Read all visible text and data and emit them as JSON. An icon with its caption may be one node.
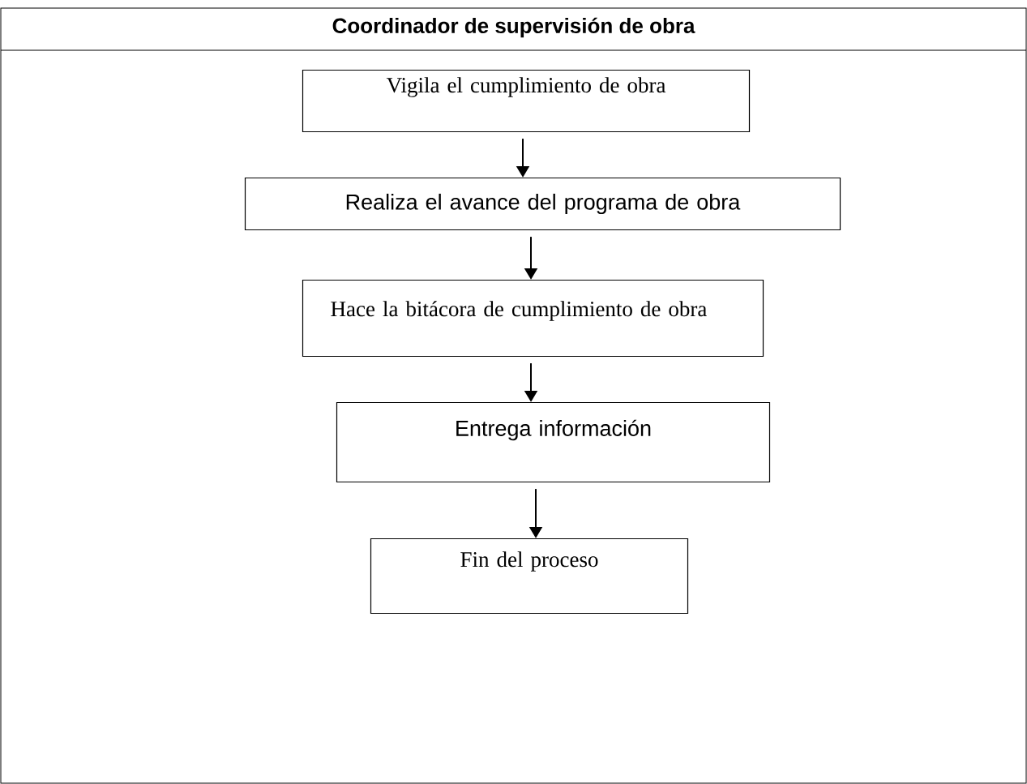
{
  "diagram": {
    "nodes": [
      {
        "text": [
          "Coordinador de supervisión de obra"
        ]
      },
      {
        "text": [
          "Vigila el cumplimiento de obra"
        ],
        "in": 0
      },
      {
        "text": [
          "Realiza el avance del programa de obra"
        ],
        "in": 0
      },
      {
        "text": [
          "Hace la bitácora de cumplimiento de obra"
        ],
        "in": 0
      },
      {
        "text": [
          "Entrega información"
        ],
        "in": 0
      },
      {
        "text": [
          "Fin del proceso"
        ],
        "in": 0
      }
    ],
    "edges": [
      {
        "from": 1,
        "to": 2,
        "arrow": "to"
      },
      {
        "from": 2,
        "to": 3,
        "arrow": "to"
      },
      {
        "from": 3,
        "to": 4,
        "arrow": "to"
      },
      {
        "from": 4,
        "to": 5,
        "arrow": "to"
      }
    ]
  }
}
